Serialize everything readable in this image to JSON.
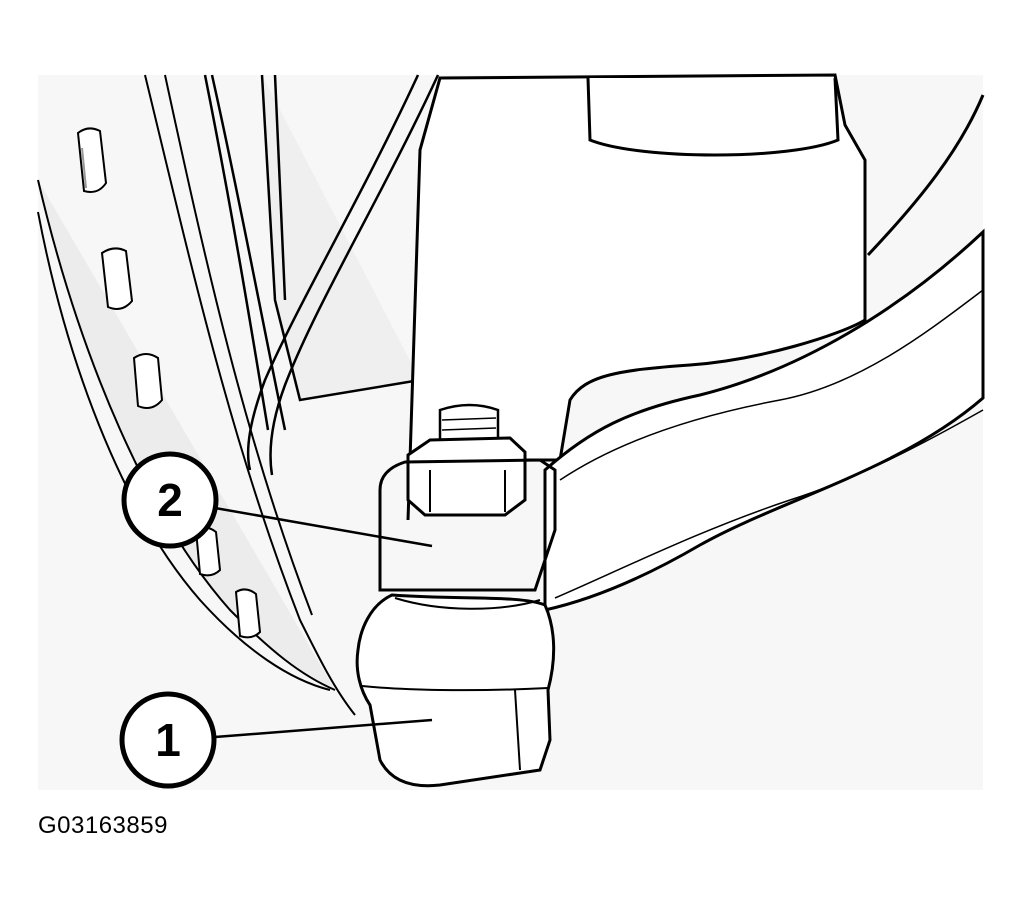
{
  "figure": {
    "code": "G03163859",
    "background_color": "#ffffff",
    "line_color": "#000000",
    "shading_color": "#dcdcdc",
    "callouts": [
      {
        "number": "1",
        "target": "tie-rod-end"
      },
      {
        "number": "2",
        "target": "retaining-nut"
      }
    ]
  }
}
